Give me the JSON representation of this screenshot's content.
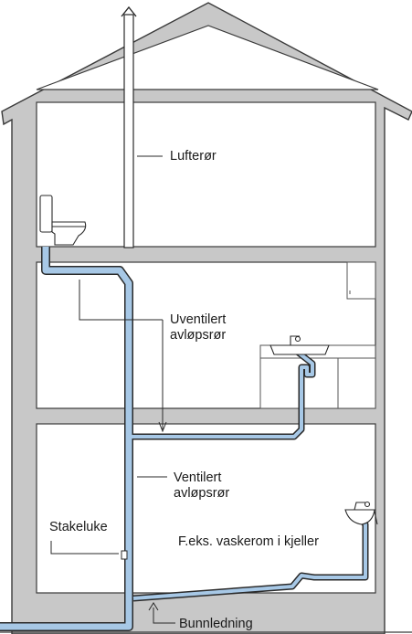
{
  "labels": {
    "lufteror": "Lufterør",
    "uventilert_line1": "Uventilert",
    "uventilert_line2": "avløpsrør",
    "ventilert_line1": "Ventilert",
    "ventilert_line2": "avløpsrør",
    "stakeluke": "Stakeluke",
    "vaskerom": "F.eks. vaskerom i kjeller",
    "bunnledning": "Bunnledning"
  },
  "colors": {
    "wall": "#c8c8c8",
    "outline": "#3a3a3a",
    "pipe_fill": "#a7c8e6",
    "pipe_edge": "#2a2a2a",
    "interior": "#ffffff"
  },
  "icons": {
    "toilet": "toilet-icon",
    "sink": "sink-icon",
    "vent_arrow": "arrow-up-icon"
  }
}
